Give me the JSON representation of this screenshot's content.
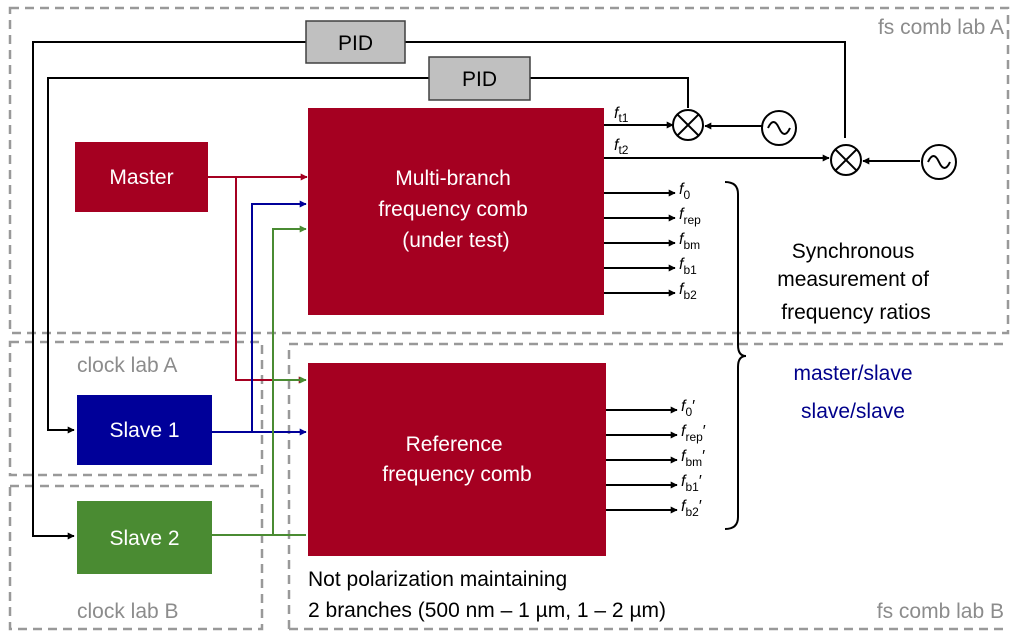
{
  "labs": {
    "fs_comb_lab_a": "fs comb lab A",
    "clock_lab_a": "clock lab A",
    "clock_lab_b": "clock lab B",
    "fs_comb_lab_b": "fs comb lab B"
  },
  "boxes": {
    "pid_1": "PID",
    "pid_2": "PID",
    "master": "Master",
    "slave_1": "Slave 1",
    "slave_2": "Slave 2",
    "comb_test": [
      "Multi-branch",
      "frequency comb",
      "(under test)"
    ],
    "comb_ref": [
      "Reference",
      "frequency comb"
    ]
  },
  "beat_outputs": {
    "ft1": {
      "sym": "f",
      "sub": "t1"
    },
    "ft2": {
      "sym": "f",
      "sub": "t2"
    }
  },
  "test_outputs": [
    {
      "sym": "f",
      "sub": "0"
    },
    {
      "sym": "f",
      "sub": "rep"
    },
    {
      "sym": "f",
      "sub": "bm"
    },
    {
      "sym": "f",
      "sub": "b1"
    },
    {
      "sym": "f",
      "sub": "b2"
    }
  ],
  "ref_outputs": [
    {
      "sym": "f",
      "sub": "0",
      "prime": "′"
    },
    {
      "sym": "f",
      "sub": "rep",
      "prime": "′"
    },
    {
      "sym": "f",
      "sub": "bm",
      "prime": "′"
    },
    {
      "sym": "f",
      "sub": "b1",
      "prime": "′"
    },
    {
      "sym": "f",
      "sub": "b2",
      "prime": "′"
    }
  ],
  "measurement": [
    "Synchronous",
    "measurement of",
    "frequency ratios"
  ],
  "ratios": {
    "master_slave": "master/slave",
    "slave_slave": "slave/slave"
  },
  "notes": {
    "line1": "Not polarization maintaining",
    "line2": "2 branches (500 nm – 1 µm, 1 – 2 µm)"
  },
  "colors": {
    "comb_box": "#a50021",
    "master_box": "#a50021",
    "slave1_box": "#000099",
    "slave2_box": "#4a8b32",
    "pid_box": "#c0c0c0",
    "master_signal": "#a50021",
    "slave1_signal": "#000099",
    "slave2_signal": "#4a8b32",
    "ratio_text": "#00008b"
  }
}
